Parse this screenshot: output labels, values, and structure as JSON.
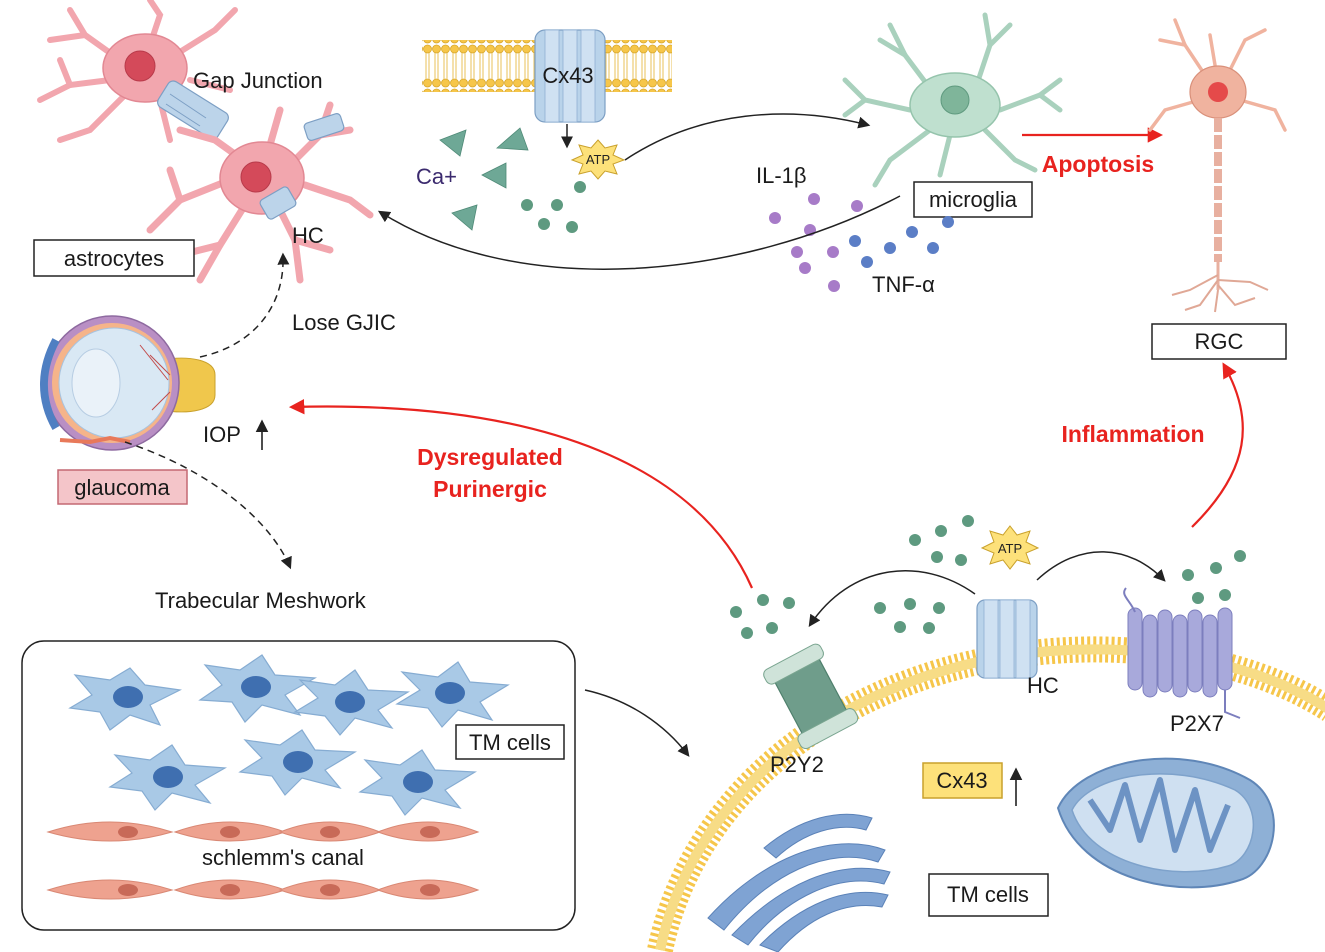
{
  "labels": {
    "gap_junction": "Gap Junction",
    "cx43_top": "Cx43",
    "atp_top": "ATP",
    "ca": "Ca+",
    "il1b": "IL-1β",
    "microglia": "microglia",
    "tnf": "TNF-α",
    "apoptosis": "Apoptosis",
    "rgc": "RGC",
    "astrocytes": "astrocytes",
    "hc_top": "HC",
    "lose_gjic": "Lose GJIC",
    "iop": "IOP",
    "glaucoma": "glaucoma",
    "dysregulated_line1": "Dysregulated",
    "dysregulated_line2": "Purinergic",
    "inflammation": "Inflammation",
    "trabecular": "Trabecular Meshwork",
    "tm_cells_box": "TM cells",
    "schlemm": "schlemm's canal",
    "atp_bottom": "ATP",
    "p2y2": "P2Y2",
    "hc_bottom": "HC",
    "p2x7": "P2X7",
    "cx43_bottom": "Cx43",
    "tm_cells_bottom": "TM cells"
  },
  "colors": {
    "red_arrow": "#e8231f",
    "black_arrow": "#222222",
    "astrocyte": "#f2a6ae",
    "astrocyte_nucleus": "#d44a5a",
    "microglia": "#bfe0cf",
    "microglia_nucleus": "#7fb59a",
    "tm_cell": "#a9c9e6",
    "tm_nucleus": "#3f6fb0",
    "schlemm_cell": "#eea28f",
    "schlemm_nucleus": "#c86a58",
    "membrane": "#f6c64a",
    "atp_green": "#5e9a80",
    "il1b_purple": "#a77bc8",
    "tnf_blue": "#5b7ec6",
    "ca_triangle": "#6ea896",
    "glaucoma_fill": "#f4c5c9",
    "cx43_fill": "#fde17a",
    "mito": "#8eb0d6",
    "golgi": "#7fa3d3"
  }
}
